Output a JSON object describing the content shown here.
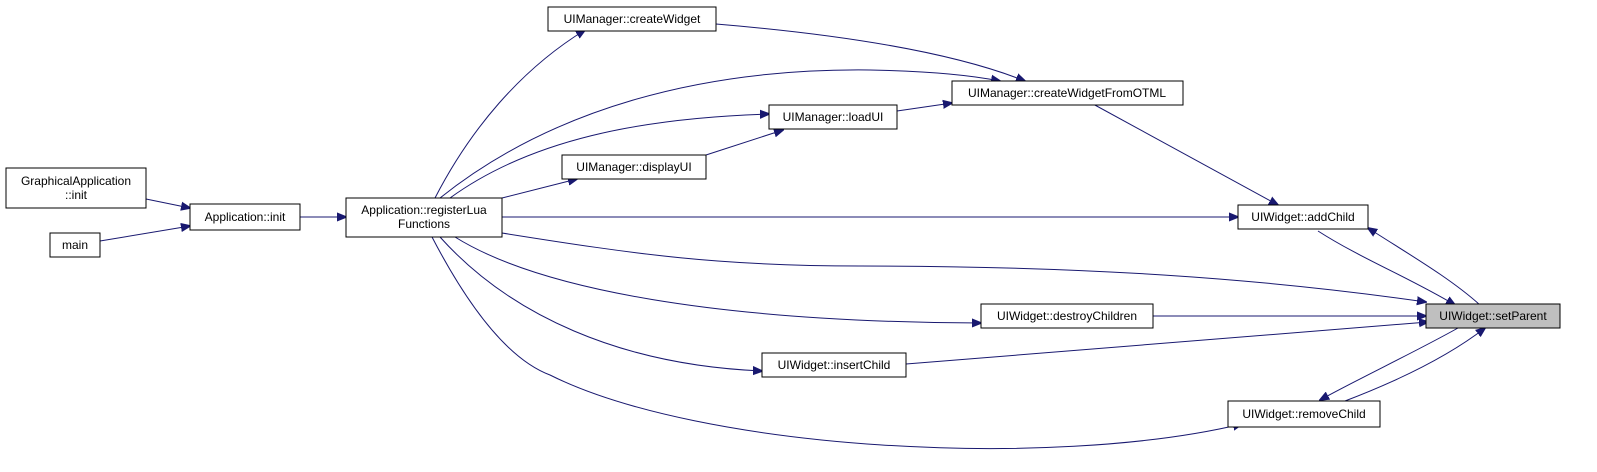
{
  "colors": {
    "edge": "#191970",
    "node_border": "#000000",
    "node_fill": "#ffffff",
    "highlight_fill": "#bfbfbf"
  },
  "nodes": {
    "graphical_app_init": {
      "lines": [
        "GraphicalApplication",
        "::init"
      ]
    },
    "main": {
      "lines": [
        "main"
      ]
    },
    "application_init": {
      "lines": [
        "Application::init"
      ]
    },
    "register_lua": {
      "lines": [
        "Application::registerLua",
        "Functions"
      ]
    },
    "create_widget": {
      "lines": [
        "UIManager::createWidget"
      ]
    },
    "create_widget_from_otml": {
      "lines": [
        "UIManager::createWidgetFromOTML"
      ]
    },
    "load_ui": {
      "lines": [
        "UIManager::loadUI"
      ]
    },
    "display_ui": {
      "lines": [
        "UIManager::displayUI"
      ]
    },
    "add_child": {
      "lines": [
        "UIWidget::addChild"
      ]
    },
    "destroy_children": {
      "lines": [
        "UIWidget::destroyChildren"
      ]
    },
    "insert_child": {
      "lines": [
        "UIWidget::insertChild"
      ]
    },
    "remove_child": {
      "lines": [
        "UIWidget::removeChild"
      ]
    },
    "set_parent": {
      "lines": [
        "UIWidget::setParent"
      ],
      "highlight": true
    }
  }
}
